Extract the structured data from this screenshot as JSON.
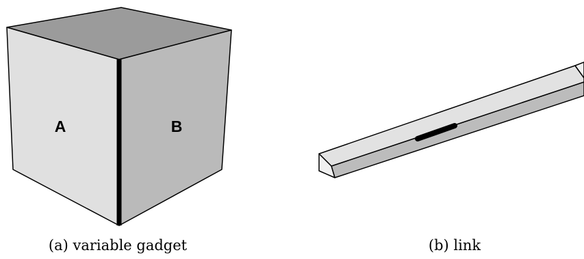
{
  "figure": {
    "cube": {
      "face_left_label": "A",
      "face_right_label": "B",
      "caption": "(a) variable gadget",
      "colors": {
        "top_face": "#9b9b9b",
        "left_face": "#e0e0e0",
        "right_face": "#bababa",
        "edge": "#000000"
      }
    },
    "link": {
      "caption": "(b) link",
      "colors": {
        "top_face": "#e2e2e2",
        "side_face": "#bcbcbc",
        "end_face": "#f0f0f0",
        "edge": "#000000"
      }
    }
  }
}
